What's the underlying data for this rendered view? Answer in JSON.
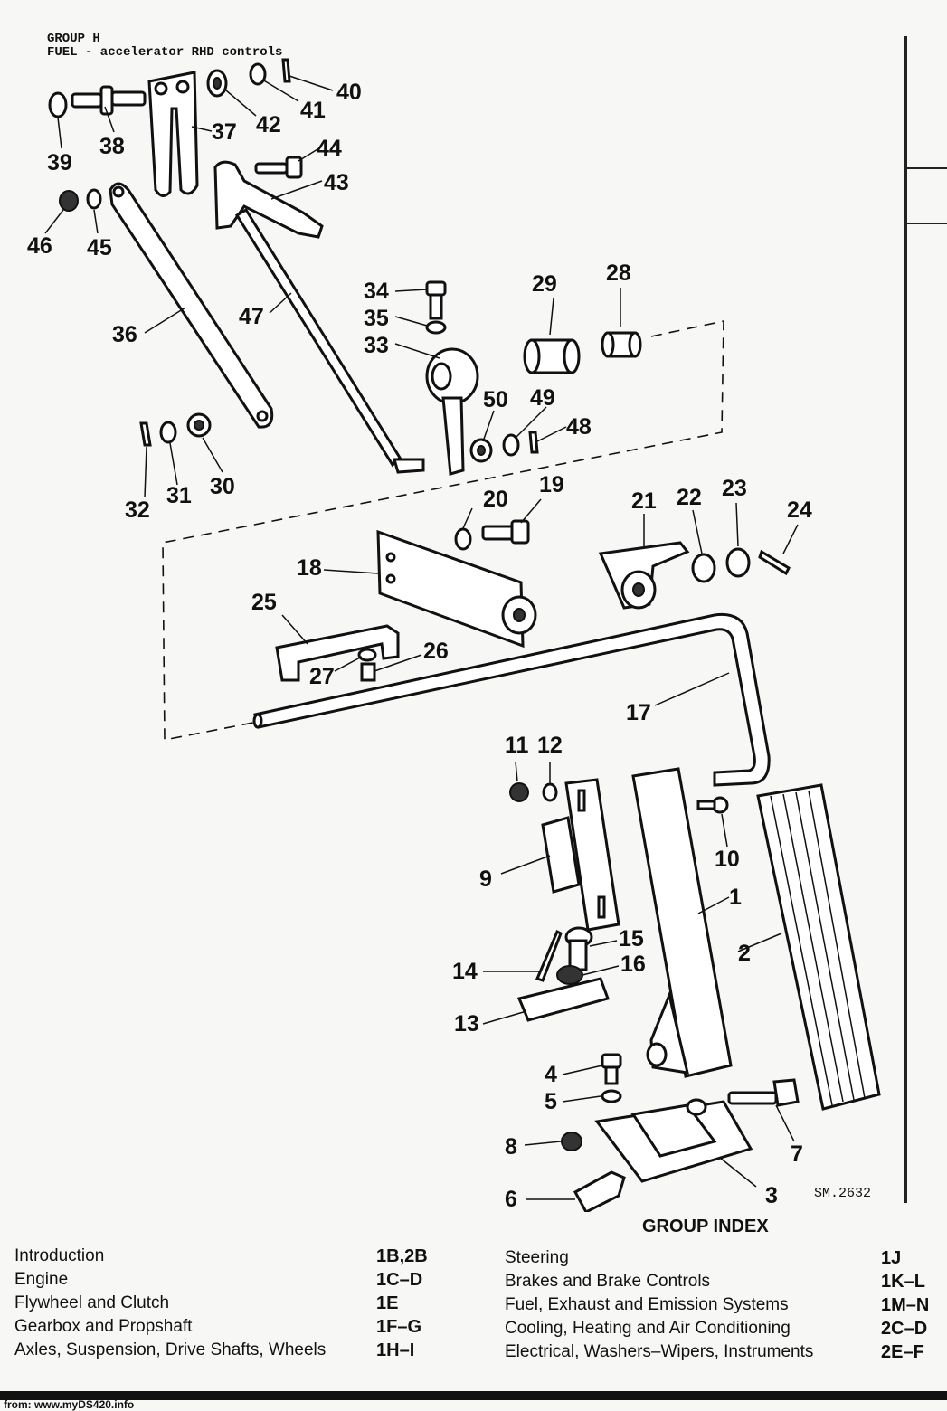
{
  "header": {
    "group": "GROUP H",
    "subtitle": "FUEL - accelerator RHD controls"
  },
  "drawing_ref": "SM.2632",
  "callouts": {
    "c1": "1",
    "c2": "2",
    "c3": "3",
    "c4": "4",
    "c5": "5",
    "c6": "6",
    "c7": "7",
    "c8": "8",
    "c9": "9",
    "c10": "10",
    "c11": "11",
    "c12": "12",
    "c13": "13",
    "c14": "14",
    "c15": "15",
    "c16": "16",
    "c17": "17",
    "c18": "18",
    "c19": "19",
    "c20": "20",
    "c21": "21",
    "c22": "22",
    "c23": "23",
    "c24": "24",
    "c25": "25",
    "c26": "26",
    "c27": "27",
    "c28": "28",
    "c29": "29",
    "c30": "30",
    "c31": "31",
    "c32": "32",
    "c33": "33",
    "c34": "34",
    "c35": "35",
    "c36": "36",
    "c37": "37",
    "c38": "38",
    "c39": "39",
    "c40": "40",
    "c41": "41",
    "c42": "42",
    "c43": "43",
    "c44": "44",
    "c45": "45",
    "c46": "46",
    "c47": "47",
    "c48": "48",
    "c49": "49",
    "c50": "50"
  },
  "group_index": {
    "heading": "GROUP INDEX",
    "left": [
      {
        "label": "Introduction",
        "code": "1B,2B"
      },
      {
        "label": "Engine",
        "code": "1C–D"
      },
      {
        "label": "Flywheel and Clutch",
        "code": "1E"
      },
      {
        "label": "Gearbox and Propshaft",
        "code": "1F–G"
      },
      {
        "label": "Axles, Suspension, Drive Shafts, Wheels",
        "code": "1H–I"
      }
    ],
    "right": [
      {
        "label": "Steering",
        "code": "1J"
      },
      {
        "label": "Brakes and Brake Controls",
        "code": "1K–L"
      },
      {
        "label": "Fuel, Exhaust and Emission Systems",
        "code": "1M–N"
      },
      {
        "label": "Cooling, Heating and Air Conditioning",
        "code": "2C–D"
      },
      {
        "label": "Electrical, Washers–Wipers, Instruments",
        "code": "2E–F"
      }
    ]
  },
  "footer": "from: www.myDS420.info"
}
